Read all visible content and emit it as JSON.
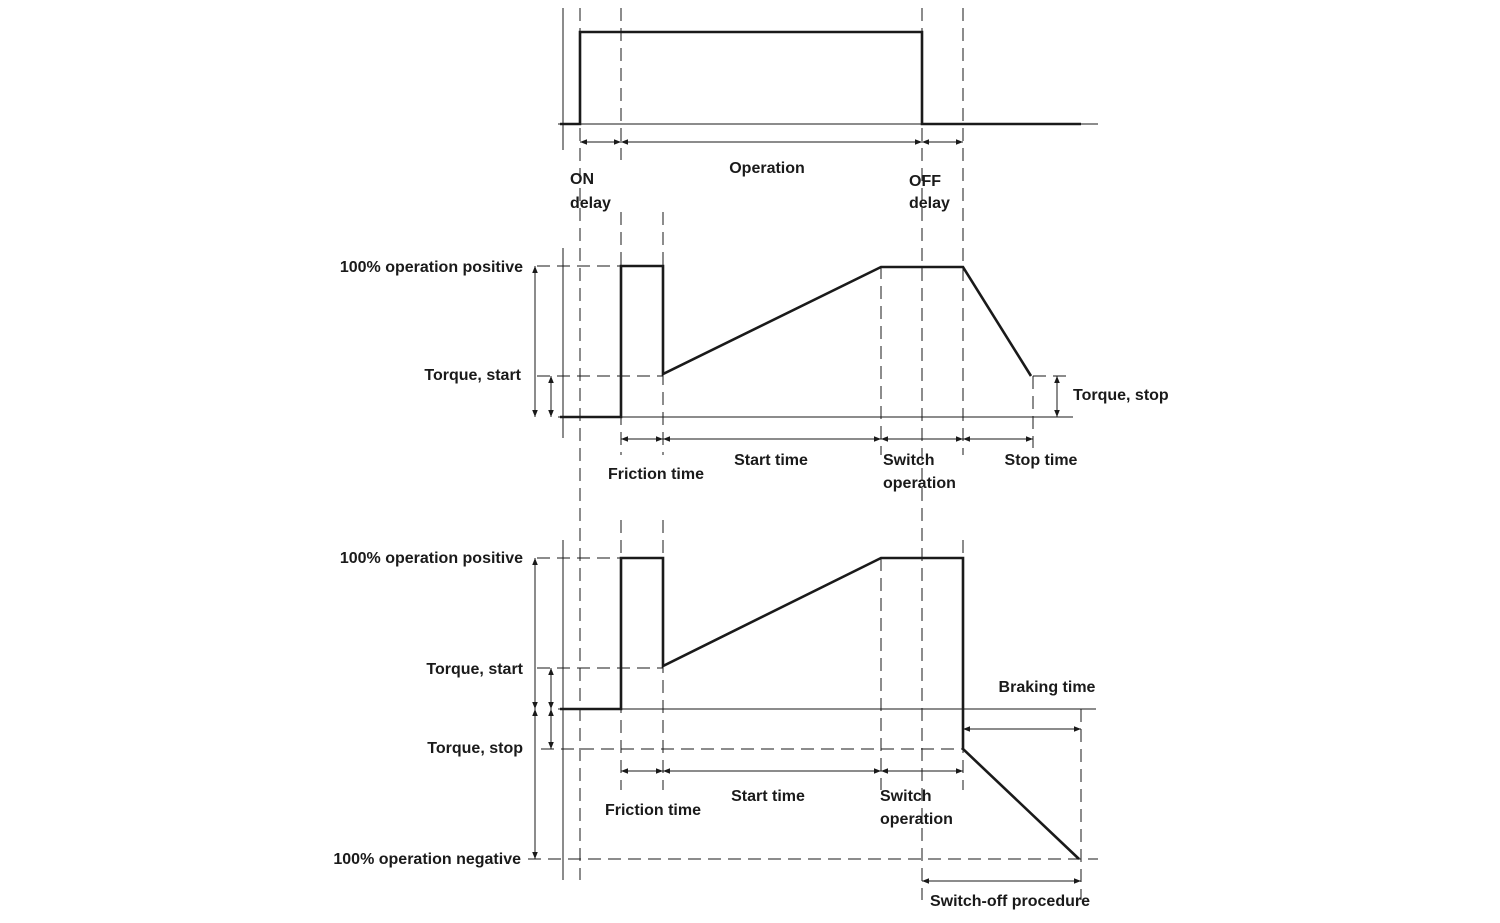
{
  "top_timing": {
    "on_delay": [
      "ON",
      "delay"
    ],
    "operation": "Operation",
    "off_delay": [
      "OFF",
      "delay"
    ]
  },
  "middle_chart": {
    "y_label_top": "100% operation positive",
    "y_label_start": "Torque, start",
    "right_label_stop": "Torque, stop",
    "friction_time": "Friction time",
    "start_time": "Start time",
    "switch_operation": [
      "Switch",
      "operation"
    ],
    "stop_time": "Stop time"
  },
  "bottom_chart": {
    "y_label_top": "100% operation positive",
    "y_label_start": "Torque, start",
    "y_label_stop": "Torque, stop",
    "y_label_negative": "100% operation negative",
    "braking_time": "Braking time",
    "friction_time": "Friction time",
    "start_time": "Start time",
    "switch_operation": [
      "Switch",
      "operation"
    ],
    "switch_off_procedure": "Switch-off procedure"
  }
}
